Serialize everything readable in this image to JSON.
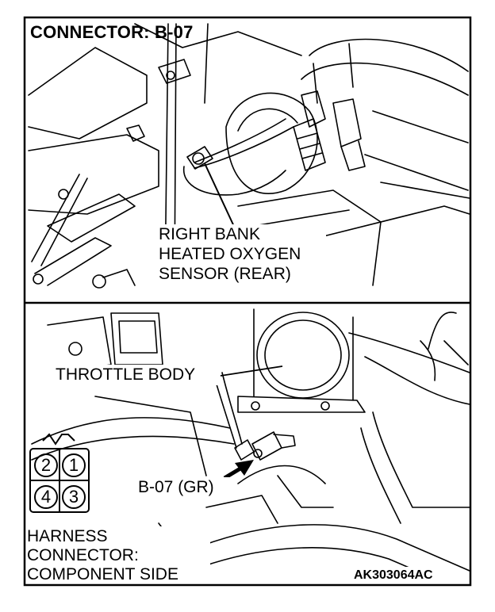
{
  "title": "CONNECTOR: B-07",
  "sensor_label": {
    "line1": "RIGHT BANK",
    "line2": "HEATED OXYGEN",
    "line3": "SENSOR (REAR)"
  },
  "throttle_label": "THROTTLE BODY",
  "connector_label": "B-07 (GR)",
  "harness_label": {
    "line1": "HARNESS",
    "line2": "CONNECTOR:",
    "line3": "COMPONENT SIDE"
  },
  "pins": {
    "top_left": "2",
    "top_right": "1",
    "bottom_left": "4",
    "bottom_right": "3"
  },
  "figure_code": "AK303064AC",
  "colors": {
    "line": "#000000",
    "background": "#ffffff"
  }
}
